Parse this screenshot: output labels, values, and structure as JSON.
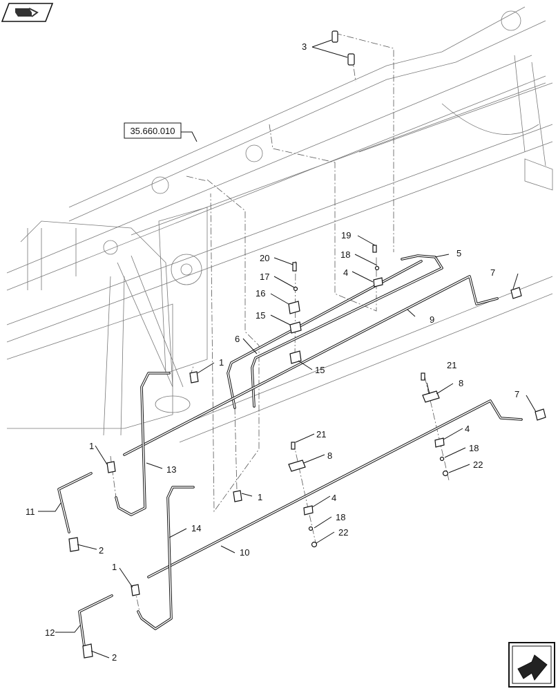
{
  "diagram": {
    "reference_label": "35.660.010",
    "callouts": [
      {
        "id": "c1a",
        "text": "1"
      },
      {
        "id": "c1b",
        "text": "1"
      },
      {
        "id": "c1c",
        "text": "1"
      },
      {
        "id": "c1d",
        "text": "1"
      },
      {
        "id": "c2a",
        "text": "2"
      },
      {
        "id": "c2b",
        "text": "2"
      },
      {
        "id": "c3",
        "text": "3"
      },
      {
        "id": "c4a",
        "text": "4"
      },
      {
        "id": "c4b",
        "text": "4"
      },
      {
        "id": "c4c",
        "text": "4"
      },
      {
        "id": "c5",
        "text": "5"
      },
      {
        "id": "c6",
        "text": "6"
      },
      {
        "id": "c7a",
        "text": "7"
      },
      {
        "id": "c7b",
        "text": "7"
      },
      {
        "id": "c8a",
        "text": "8"
      },
      {
        "id": "c8b",
        "text": "8"
      },
      {
        "id": "c9",
        "text": "9"
      },
      {
        "id": "c10",
        "text": "10"
      },
      {
        "id": "c11",
        "text": "11"
      },
      {
        "id": "c12",
        "text": "12"
      },
      {
        "id": "c13",
        "text": "13"
      },
      {
        "id": "c14",
        "text": "14"
      },
      {
        "id": "c15a",
        "text": "15"
      },
      {
        "id": "c15b",
        "text": "15"
      },
      {
        "id": "c16",
        "text": "16"
      },
      {
        "id": "c17",
        "text": "17"
      },
      {
        "id": "c18a",
        "text": "18"
      },
      {
        "id": "c18b",
        "text": "18"
      },
      {
        "id": "c18c",
        "text": "18"
      },
      {
        "id": "c19",
        "text": "19"
      },
      {
        "id": "c20",
        "text": "20"
      },
      {
        "id": "c21a",
        "text": "21"
      },
      {
        "id": "c21b",
        "text": "21"
      },
      {
        "id": "c22a",
        "text": "22"
      },
      {
        "id": "c22b",
        "text": "22"
      }
    ]
  },
  "icons": {
    "top_left": "catalog-book-icon",
    "bottom_right": "navigation-arrow-icon"
  }
}
